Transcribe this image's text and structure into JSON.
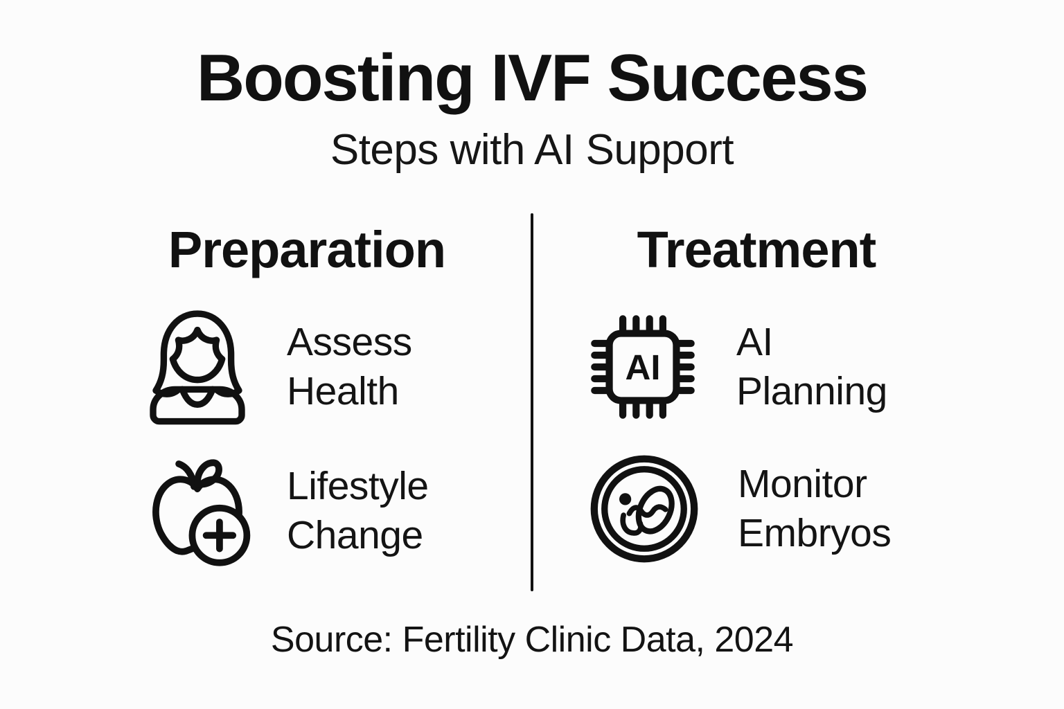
{
  "colors": {
    "background": "#fcfcfc",
    "ink": "#111111"
  },
  "header": {
    "title": "Boosting IVF Success",
    "subtitle": "Steps with AI Support"
  },
  "columns": [
    {
      "heading": "Preparation",
      "items": [
        {
          "icon": "woman-icon",
          "lines": [
            "Assess",
            "Health"
          ]
        },
        {
          "icon": "apple-plus-icon",
          "lines": [
            "Lifestyle",
            "Change"
          ]
        }
      ]
    },
    {
      "heading": "Treatment",
      "items": [
        {
          "icon": "ai-chip-icon",
          "chip_label": "AI",
          "lines": [
            "AI",
            "Planning"
          ]
        },
        {
          "icon": "embryo-icon",
          "lines": [
            "Monitor",
            "Embryos"
          ]
        }
      ]
    }
  ],
  "footer": {
    "source": "Source: Fertility Clinic Data, 2024"
  }
}
